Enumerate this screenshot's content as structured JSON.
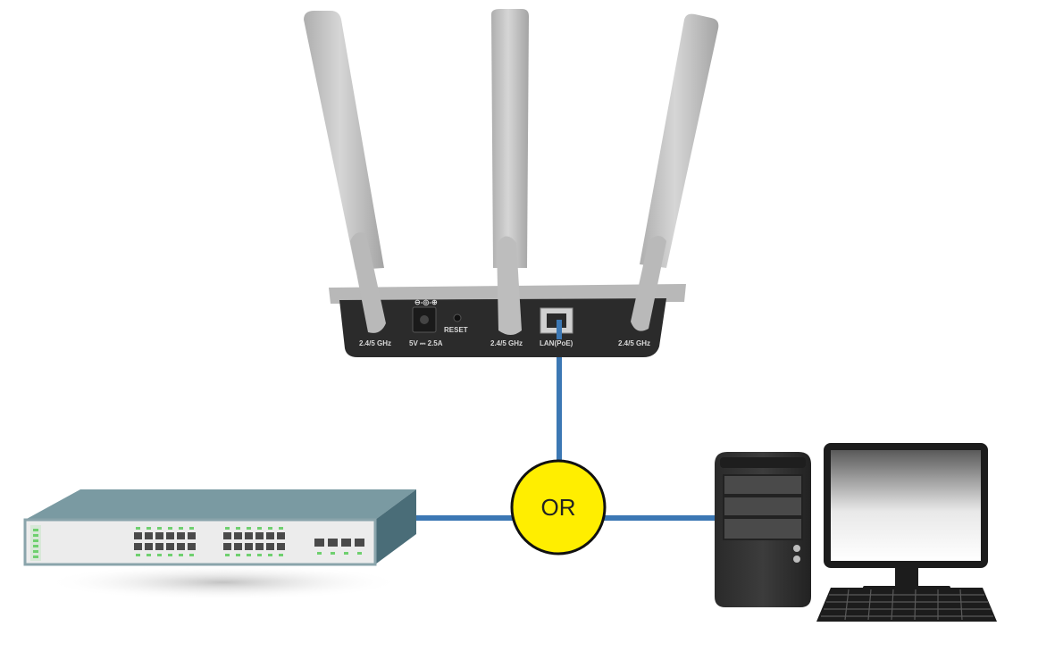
{
  "router": {
    "labels": {
      "antenna_left": "2.4/5 GHz",
      "power": "5V ⎓ 2.5A",
      "reset": "RESET",
      "antenna_center": "2.4/5 GHz",
      "lan": "LAN(PoE)",
      "antenna_right": "2.4/5 GHz"
    }
  },
  "junction": {
    "label": "OR"
  },
  "colors": {
    "cable": "#3c78b4",
    "junction_fill": "#ffee00",
    "router_body": "#2b2b2b",
    "antenna": "#c4c4c4",
    "switch_front": "#ececec",
    "switch_side": "#4a6d78",
    "pc_case": "#2f2f2f",
    "monitor": "#1c1c1c"
  },
  "icons": [
    "router-icon",
    "network-switch-icon",
    "desktop-computer-icon"
  ]
}
